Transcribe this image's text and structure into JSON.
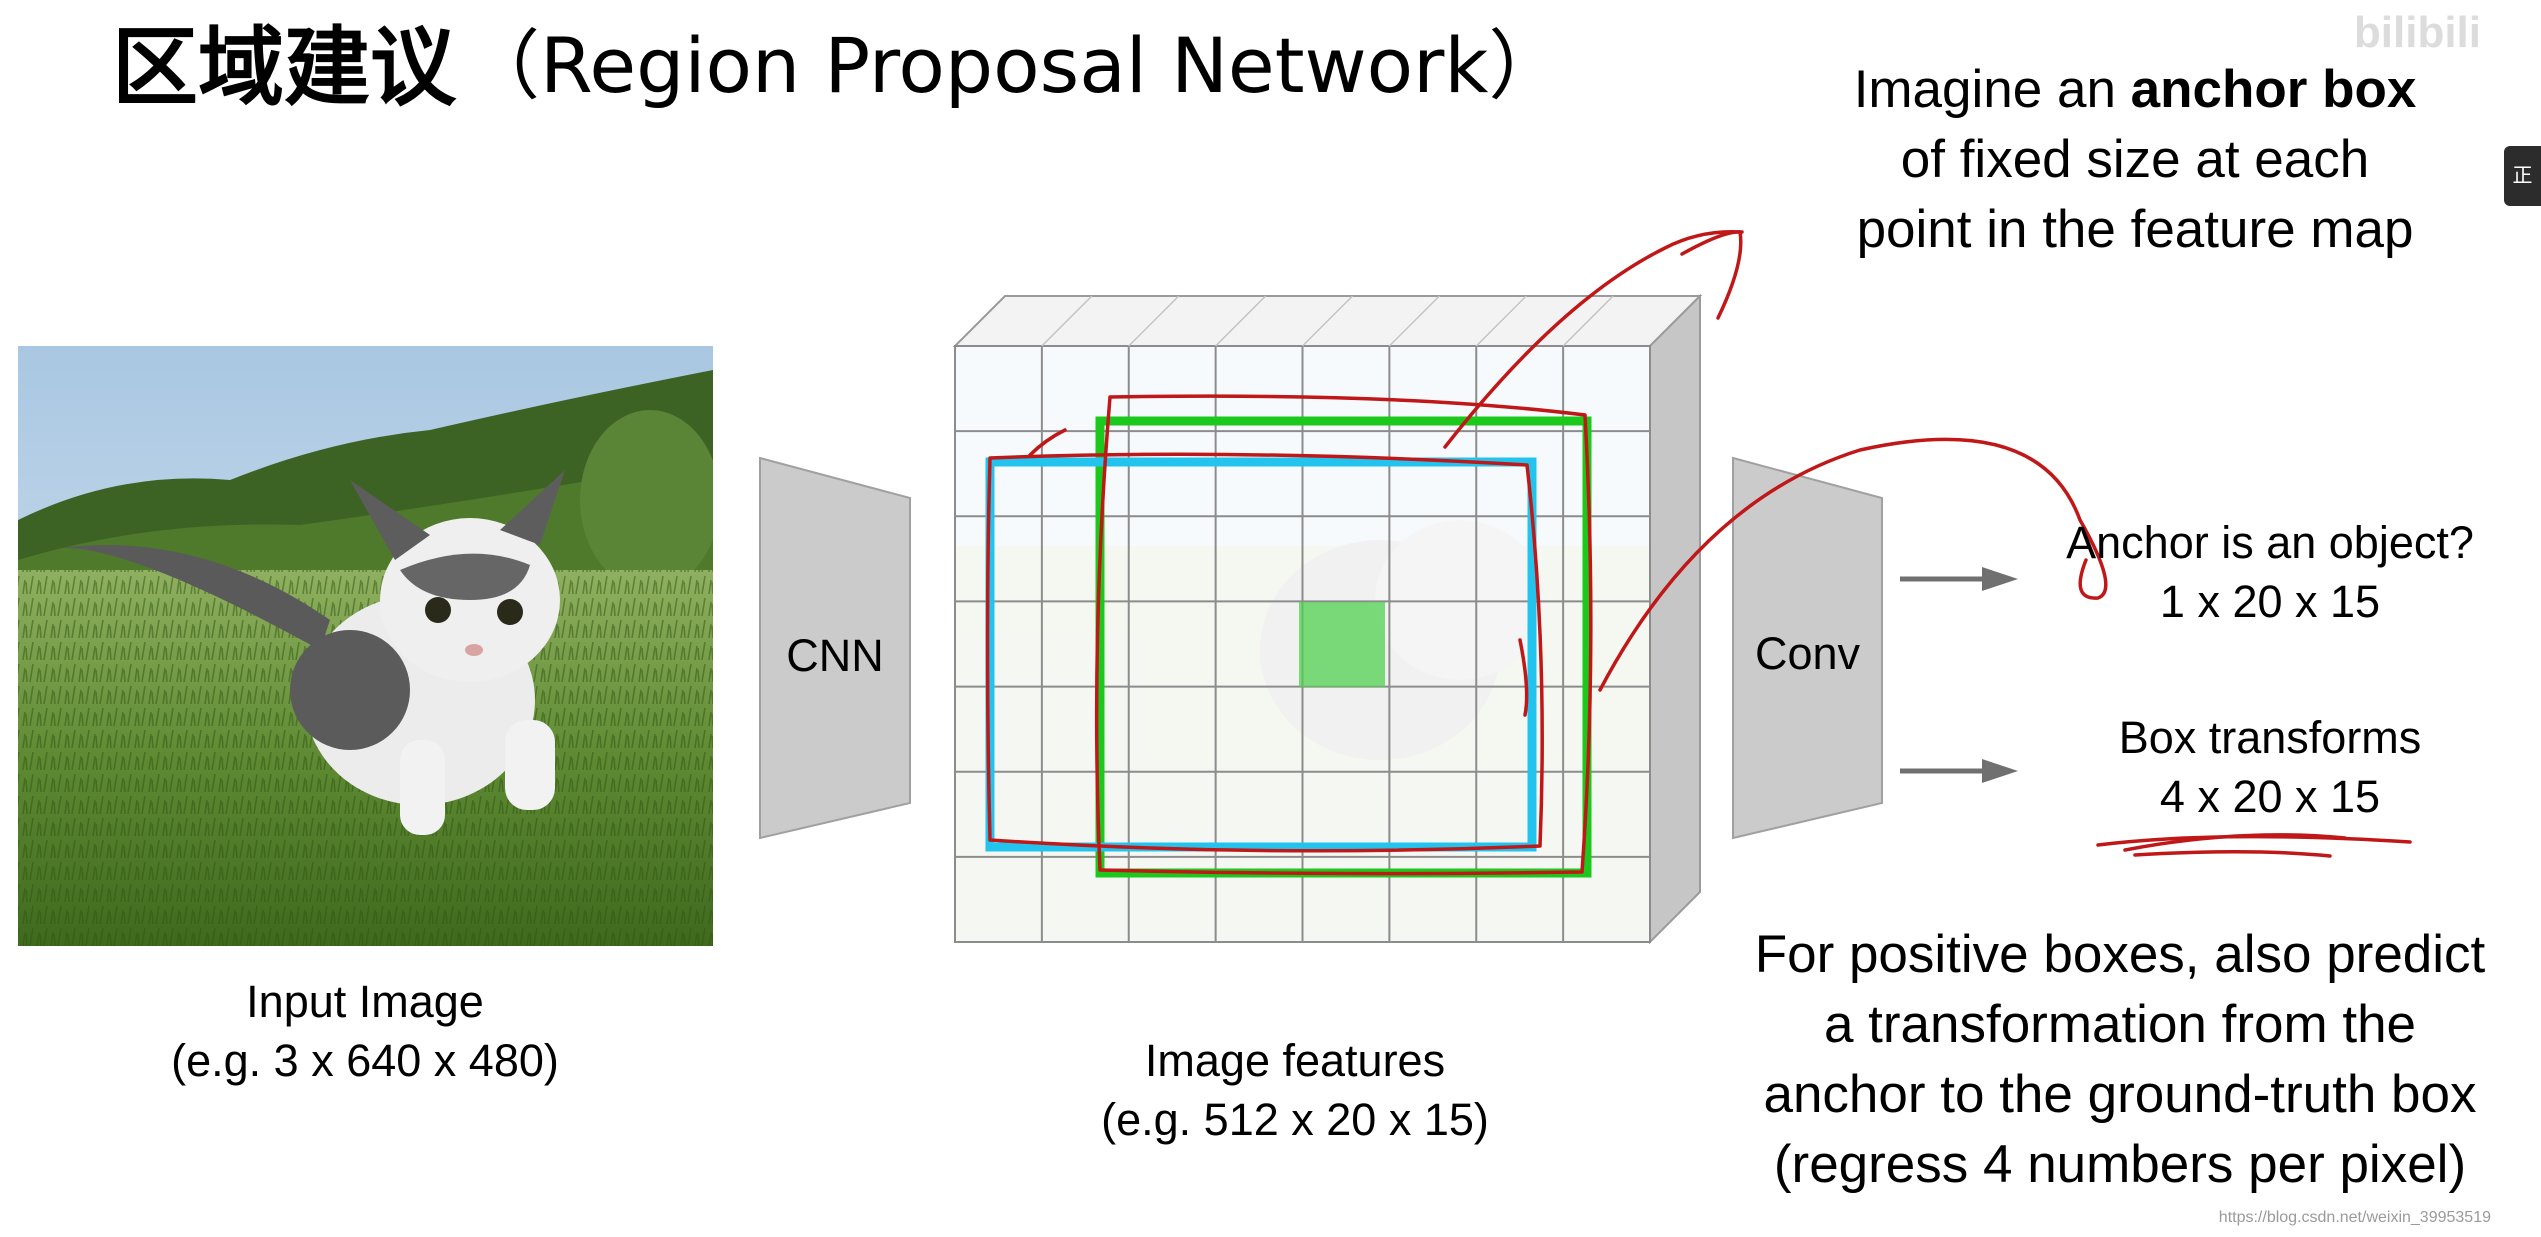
{
  "title": {
    "chinese": "区域建议",
    "english": "（Region Proposal Network）"
  },
  "input_image": {
    "label_line1": "Input Image",
    "label_line2": "(e.g. 3 x 640 x 480)"
  },
  "cnn_label": "CNN",
  "features": {
    "label_line1": "Image features",
    "label_line2": "(e.g. 512 x 20 x 15)",
    "grid_columns": 8,
    "grid_rows": 7
  },
  "conv_label": "Conv",
  "anchor_note": {
    "prefix": "Imagine an ",
    "bold": "anchor box",
    "line2": "of fixed size at each",
    "line3": "point in the feature map"
  },
  "outputs": {
    "objectness_line1": "Anchor is an object?",
    "objectness_line2": "1 x 20 x 15",
    "transform_line1": "Box transforms",
    "transform_line2": "4 x 20 x 15"
  },
  "positive_note": {
    "line1": "For positive boxes, also predict",
    "line2": "a transformation from the",
    "line3": "anchor to the ground-truth box",
    "line4": "(regress 4 numbers per pixel)"
  },
  "watermark": "bilibili",
  "url_text": "https://blog.csdn.net/weixin_39953519",
  "side_tab_label": "正",
  "colors": {
    "anchor_box": "#22c4ee",
    "ground_truth_box": "#1dc81d",
    "highlight_cell": "#50d050",
    "annotation_ink": "#c01818",
    "block_fill": "#cbcbcb",
    "arrow": "#707070"
  }
}
